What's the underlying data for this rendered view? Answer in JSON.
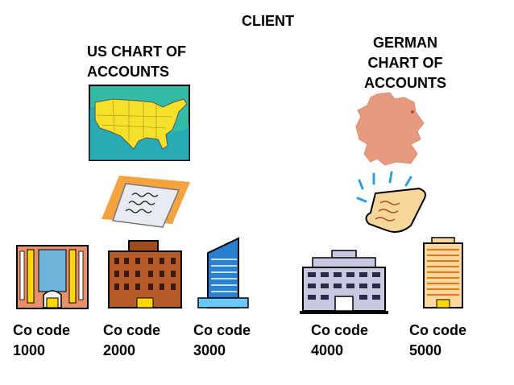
{
  "title": "CLIENT",
  "us_chart": {
    "line1": "US CHART OF",
    "line2": "ACCOUNTS"
  },
  "german_chart": {
    "line1": "GERMAN",
    "line2": "CHART OF",
    "line3": "ACCOUNTS"
  },
  "company_codes": [
    {
      "line1": "Co code",
      "line2": "1000"
    },
    {
      "line1": "Co code",
      "line2": "2000"
    },
    {
      "line1": "Co code",
      "line2": "3000"
    },
    {
      "line1": "Co code",
      "line2": "4000"
    },
    {
      "line1": "Co code",
      "line2": "5000"
    }
  ],
  "icons": {
    "us_map": "usa-map-icon",
    "germany_map": "germany-map-icon",
    "us_document": "paper-document-icon",
    "german_document": "scroll-document-icon",
    "buildings": [
      "office-building-icon",
      "brick-building-icon",
      "glass-tower-icon",
      "wide-office-building-icon",
      "high-rise-building-icon"
    ]
  }
}
